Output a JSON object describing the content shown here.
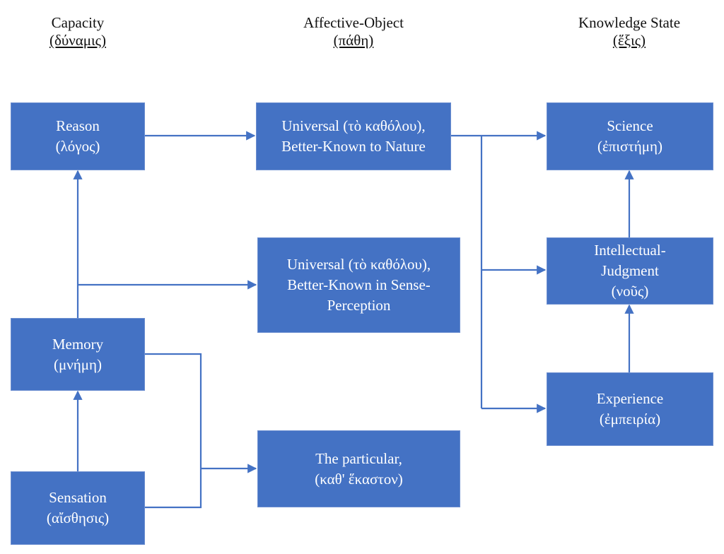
{
  "headers": {
    "capacity": {
      "label": "Capacity",
      "greek": "(δύναμις)"
    },
    "affective": {
      "label": "Affective-Object",
      "greek": "(πάθη)"
    },
    "knowledge": {
      "label": "Knowledge State",
      "greek": "(ἕξις)"
    }
  },
  "nodes": {
    "reason": {
      "line1": "Reason",
      "line2": "(λόγος)"
    },
    "memory": {
      "line1": "Memory",
      "line2": "(μνήμη)"
    },
    "sensation": {
      "line1": "Sensation",
      "line2": "(αἴσθησις)"
    },
    "universal_nature": {
      "line1": "Universal (τὸ καθόλου),",
      "line2": "Better-Known to Nature"
    },
    "universal_sense": {
      "line1": "Universal (τὸ καθόλου),",
      "line2": "Better-Known in Sense-",
      "line3": "Perception"
    },
    "particular": {
      "line1": "The particular,",
      "line2": "(καθ' ἕκαστον)"
    },
    "science": {
      "line1": "Science",
      "line2": "(ἐπιστήμη)"
    },
    "intellectual": {
      "line1": "Intellectual-",
      "line2": "Judgment",
      "line3": "(νοῦς)"
    },
    "experience": {
      "line1": "Experience",
      "line2": "(ἐμπειρία)"
    }
  },
  "edges": [
    {
      "from": "reason",
      "to": "universal_nature"
    },
    {
      "from": "memory",
      "to": "reason"
    },
    {
      "from": "memory",
      "to": "universal_sense"
    },
    {
      "from": "sensation",
      "to": "memory"
    },
    {
      "from": "memory",
      "to": "particular"
    },
    {
      "from": "sensation",
      "to": "particular"
    },
    {
      "from": "universal_nature",
      "to": "science"
    },
    {
      "from": "universal_nature",
      "to": "intellectual"
    },
    {
      "from": "universal_nature",
      "to": "experience"
    },
    {
      "from": "experience",
      "to": "intellectual"
    },
    {
      "from": "intellectual",
      "to": "science"
    }
  ],
  "colors": {
    "box": "#4472c4",
    "line": "#4472c4",
    "text": "#ffffff"
  }
}
